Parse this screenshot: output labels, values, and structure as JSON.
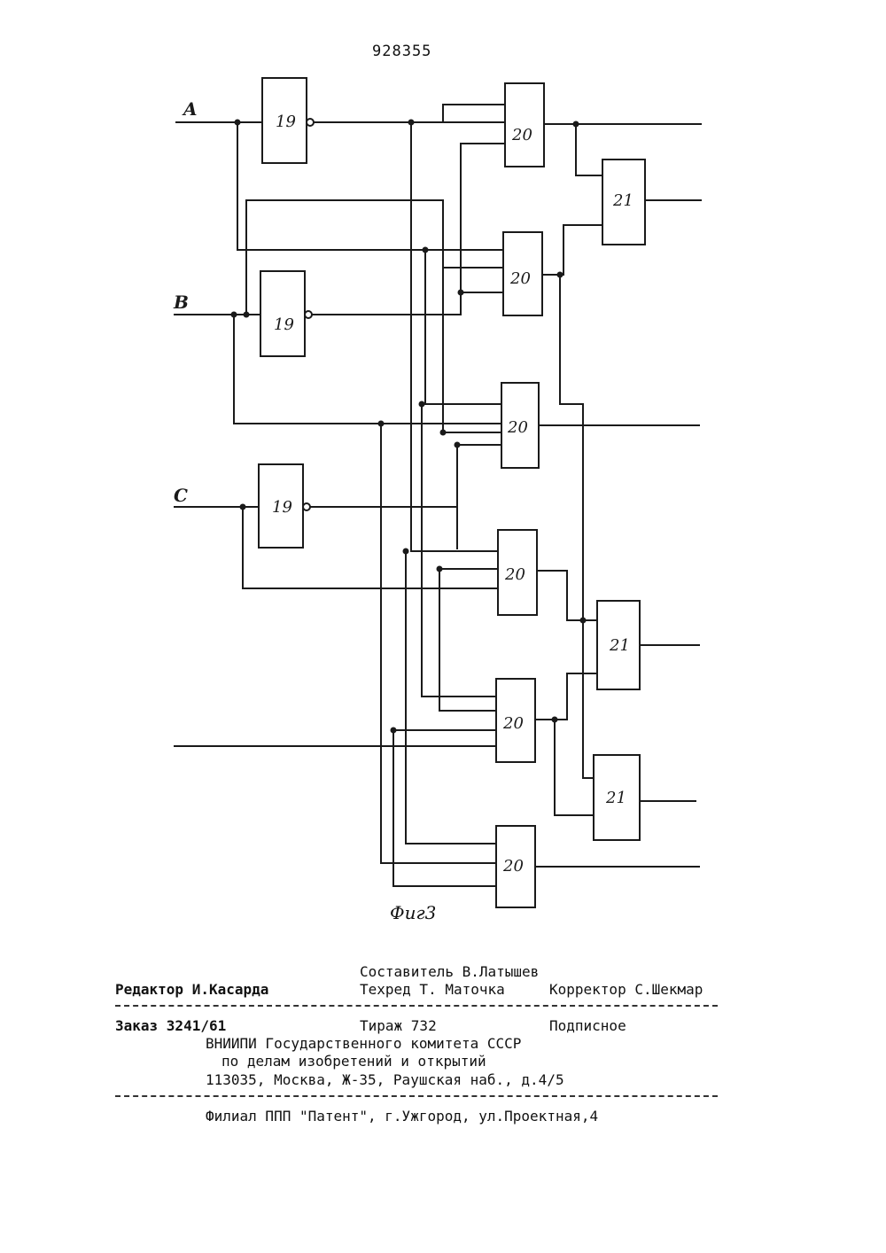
{
  "header": {
    "patent_number": "928355"
  },
  "figure": {
    "caption": "Фиг3",
    "inputs": {
      "a": "A",
      "b": "B",
      "c": "C"
    },
    "block_labels": {
      "inverter": "19",
      "and_gate": "20",
      "or_gate": "21"
    }
  },
  "footer": {
    "composer": "Составитель В.Латышев",
    "editor": "Редактор И.Касарда",
    "techred": "Техред Т. Маточка",
    "corrector": "Корректор С.Шекмар",
    "order": "Заказ 3241/61",
    "circulation": "Тираж 732",
    "subscription": "Подписное",
    "org_line1": "ВНИИПИ Государственного комитета СССР",
    "org_line2": "по делам изобретений и открытий",
    "org_line3": "113035, Москва, Ж-35, Раушская наб., д.4/5",
    "branch": "Филиал ППП \"Патент\", г.Ужгород, ул.Проектная,4"
  }
}
